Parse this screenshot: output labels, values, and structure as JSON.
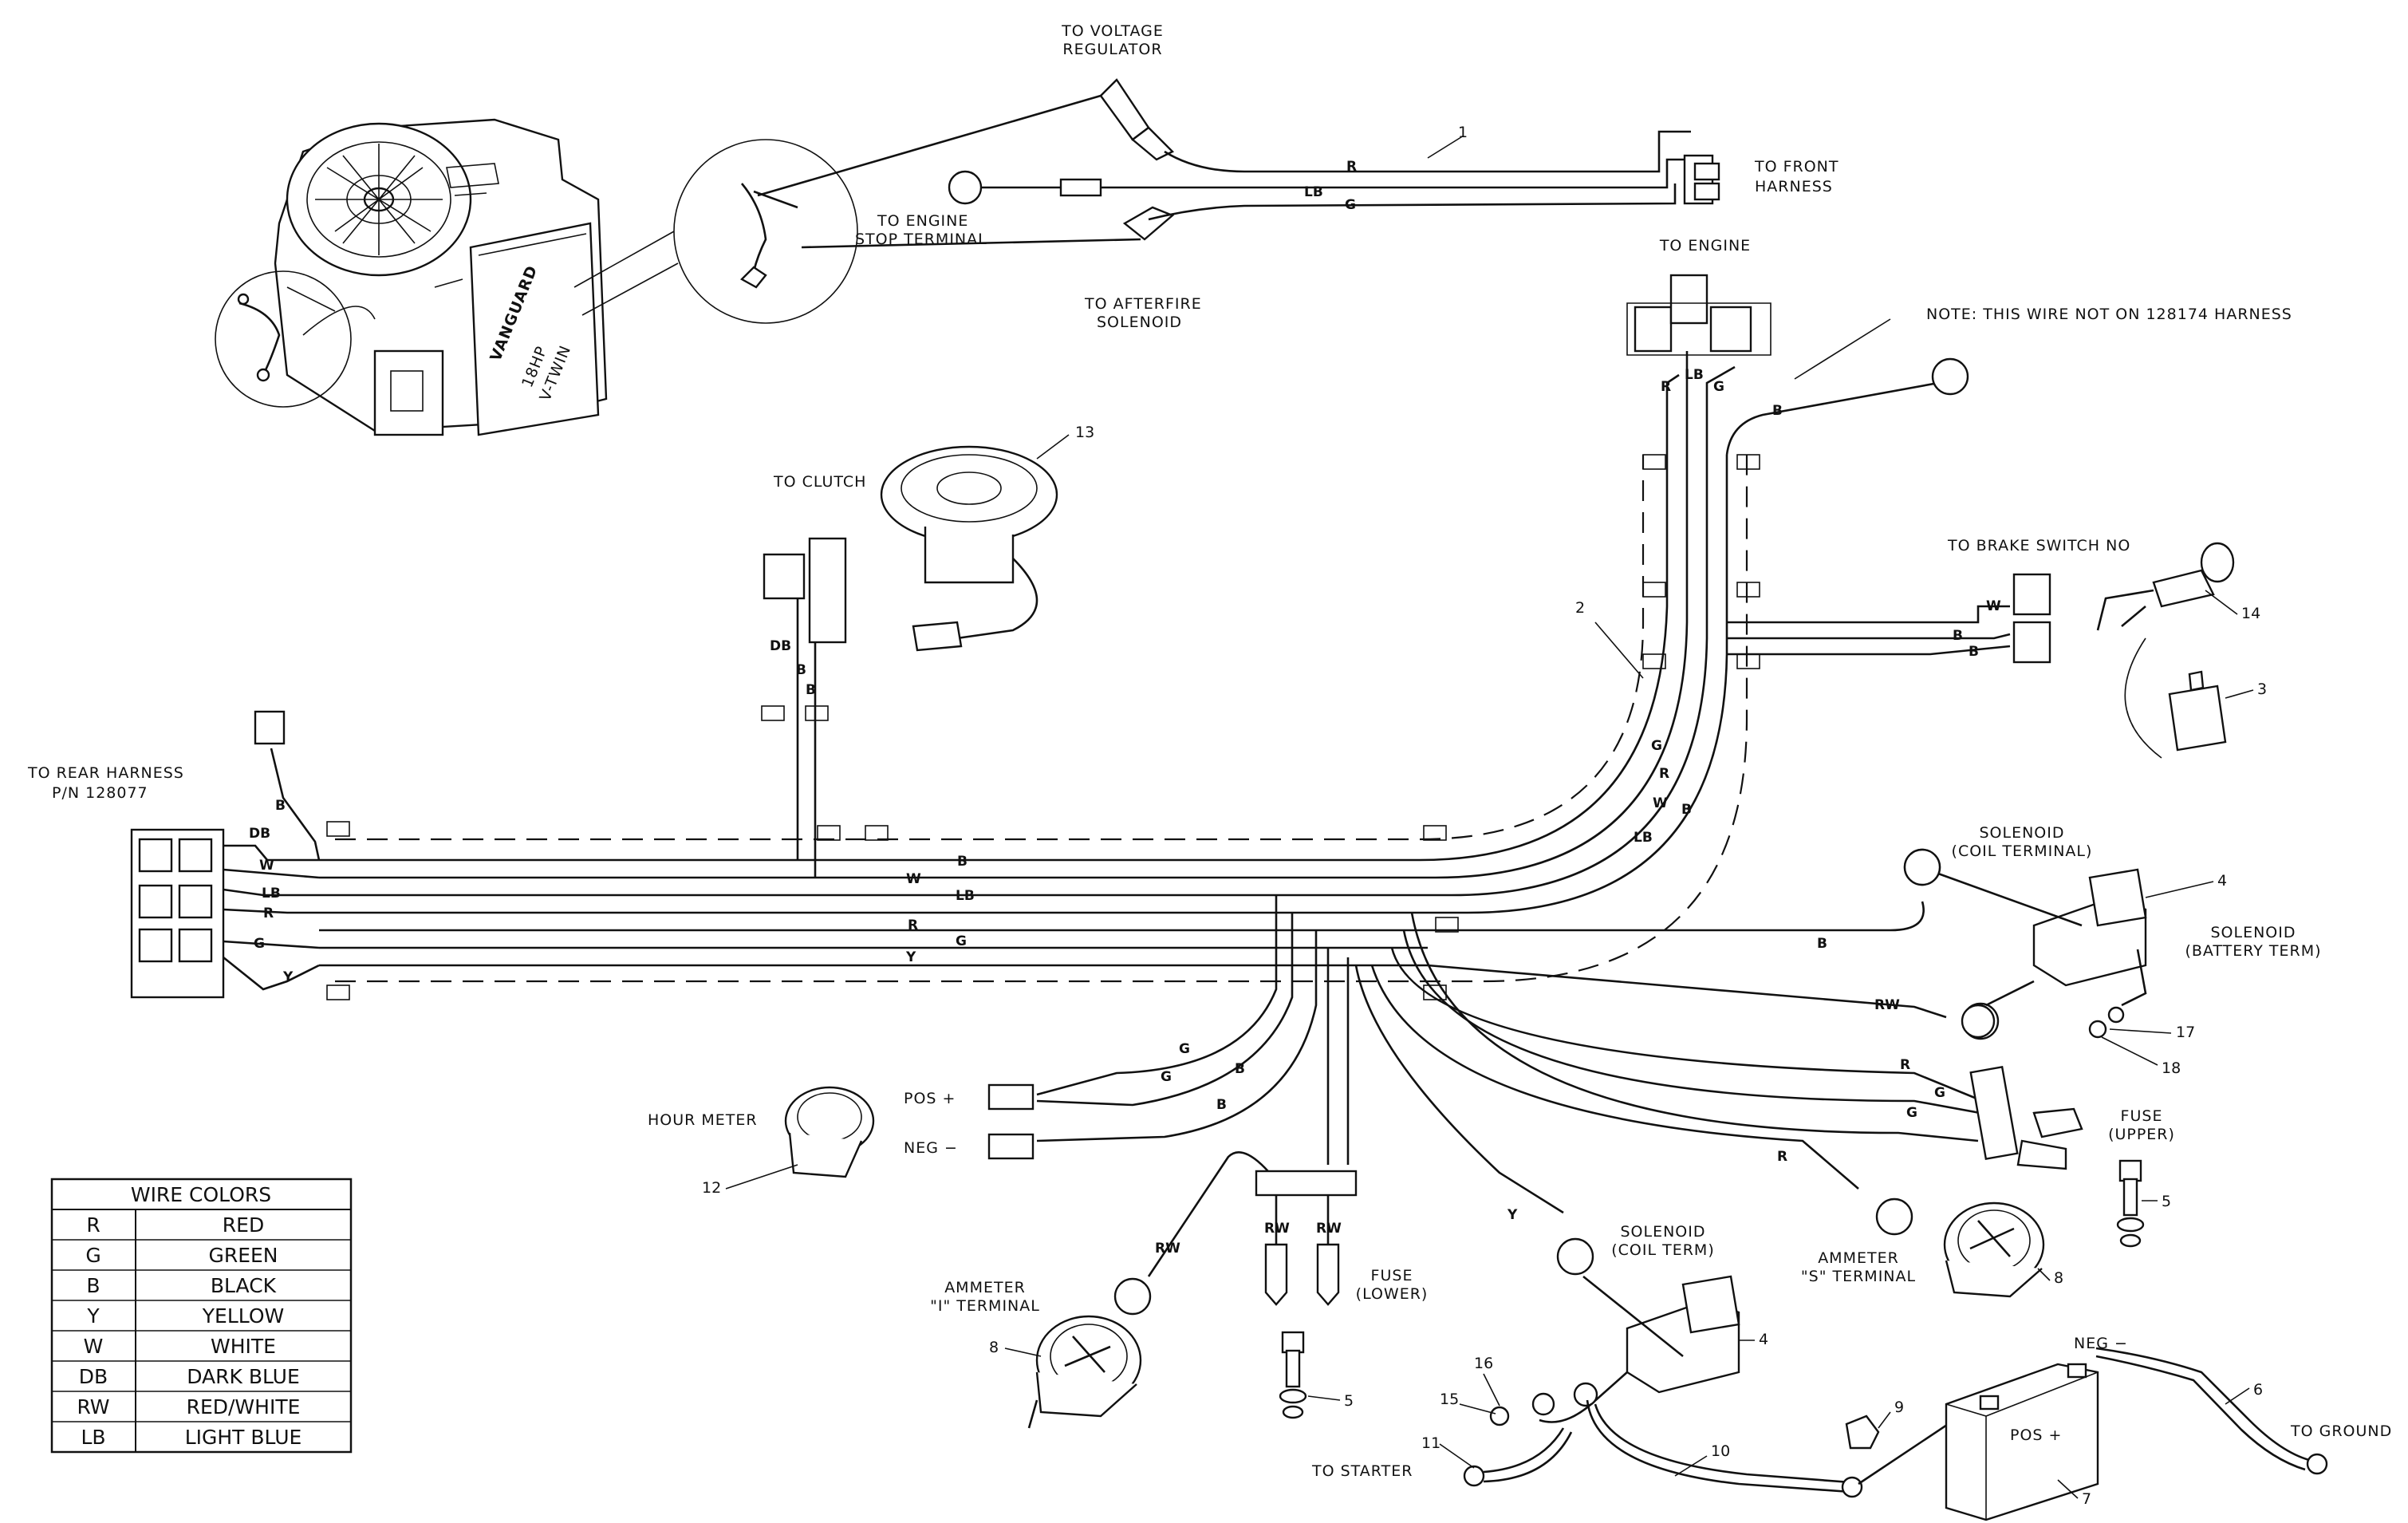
{
  "labels": {
    "to_voltage_regulator": [
      "TO VOLTAGE",
      "REGULATOR"
    ],
    "to_front_harness": [
      "TO FRONT",
      "HARNESS"
    ],
    "to_engine_stop": [
      "TO ENGINE",
      "STOP TERMINAL"
    ],
    "to_afterfire": [
      "TO AFTERFIRE",
      "SOLENOID"
    ],
    "to_engine": "TO ENGINE",
    "note": "NOTE: THIS WIRE NOT ON 128174 HARNESS",
    "to_clutch": "TO CLUTCH",
    "to_brake_switch": "TO BRAKE SWITCH NO",
    "to_rear_harness": [
      "TO REAR HARNESS",
      "P/N 128077"
    ],
    "solenoid_coil_upper": [
      "SOLENOID",
      "(COIL TERMINAL)"
    ],
    "solenoid_battery": [
      "SOLENOID",
      "(BATTERY TERM)"
    ],
    "hour_meter": "HOUR METER",
    "pos": "POS +",
    "neg": "NEG −",
    "fuse_upper": [
      "FUSE",
      "(UPPER)"
    ],
    "fuse_lower": [
      "FUSE",
      "(LOWER)"
    ],
    "ammeter_s": [
      "AMMETER",
      "\"S\" TERMINAL"
    ],
    "ammeter_i": [
      "AMMETER",
      "\"I\" TERMINAL"
    ],
    "solenoid_coil_lower": [
      "SOLENOID",
      "(COIL TERM)"
    ],
    "battery_neg": "NEG −",
    "battery_pos": "POS +",
    "to_ground": "TO GROUND",
    "to_starter": "TO STARTER",
    "engine_brand": "VANGUARD",
    "engine_spec": [
      "18HP",
      "V-TWIN"
    ]
  },
  "wire_codes": {
    "R": "R",
    "LB": "LB",
    "G": "G",
    "B": "B",
    "W": "W",
    "DB": "DB",
    "Y": "Y",
    "RW": "RW"
  },
  "part_numbers": [
    "1",
    "2",
    "3",
    "4",
    "5",
    "6",
    "7",
    "8",
    "9",
    "10",
    "11",
    "12",
    "13",
    "14",
    "15",
    "16",
    "17",
    "18"
  ],
  "wire_colors_table": {
    "title": "WIRE COLORS",
    "rows": [
      {
        "code": "R",
        "name": "RED"
      },
      {
        "code": "G",
        "name": "GREEN"
      },
      {
        "code": "B",
        "name": "BLACK"
      },
      {
        "code": "Y",
        "name": "YELLOW"
      },
      {
        "code": "W",
        "name": "WHITE"
      },
      {
        "code": "DB",
        "name": "DARK BLUE"
      },
      {
        "code": "RW",
        "name": "RED/WHITE"
      },
      {
        "code": "LB",
        "name": "LIGHT BLUE"
      }
    ]
  }
}
